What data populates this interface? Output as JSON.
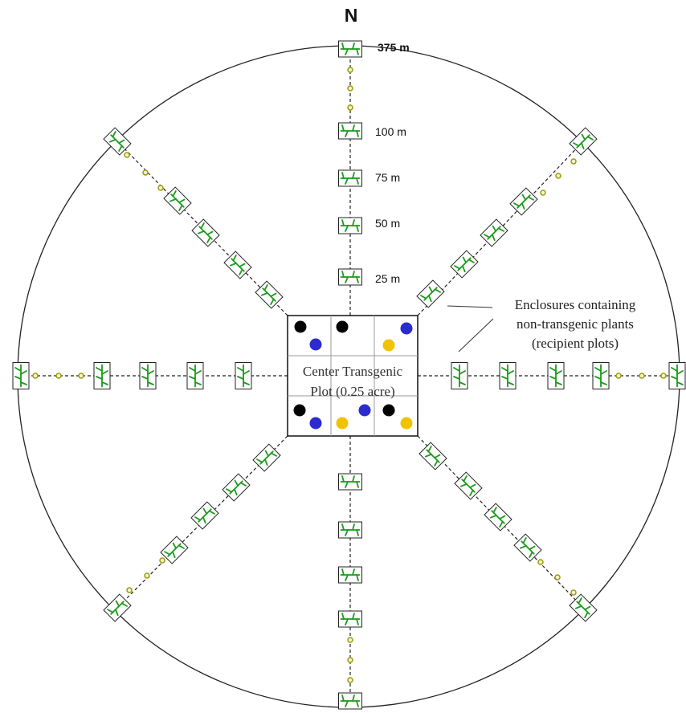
{
  "compass": {
    "north_label": "N"
  },
  "distances": {
    "outer": "375 m",
    "d100": "100 m",
    "d75": "75 m",
    "d50": "50 m",
    "d25": "25 m"
  },
  "center_plot": {
    "line1": "Center Transgenic",
    "line2": "Plot (0.25 acre)"
  },
  "callout": {
    "line1": "Enclosures containing",
    "line2": "non-transgenic plants",
    "line3": "(recipient plots)"
  },
  "colors": {
    "dot_black": "#000000",
    "dot_blue": "#2b2bd0",
    "dot_yellow": "#f2c200",
    "plant_green": "#1c9a1c",
    "marker_olive": "#9a9a10"
  },
  "icons": {
    "enclosure": "plant-enclosure-icon",
    "marker": "marker-post-icon",
    "plant_dot": "plant-dot-icon"
  },
  "structure": {
    "transects": 8,
    "enclosures_per_transect": 5,
    "center_cells": "3x3",
    "dots_top_row": [
      "black",
      "black",
      "blue",
      "yellow",
      "blue"
    ],
    "dots_bottom_row": [
      "black",
      "blue",
      "yellow",
      "blue",
      "black",
      "yellow"
    ]
  }
}
